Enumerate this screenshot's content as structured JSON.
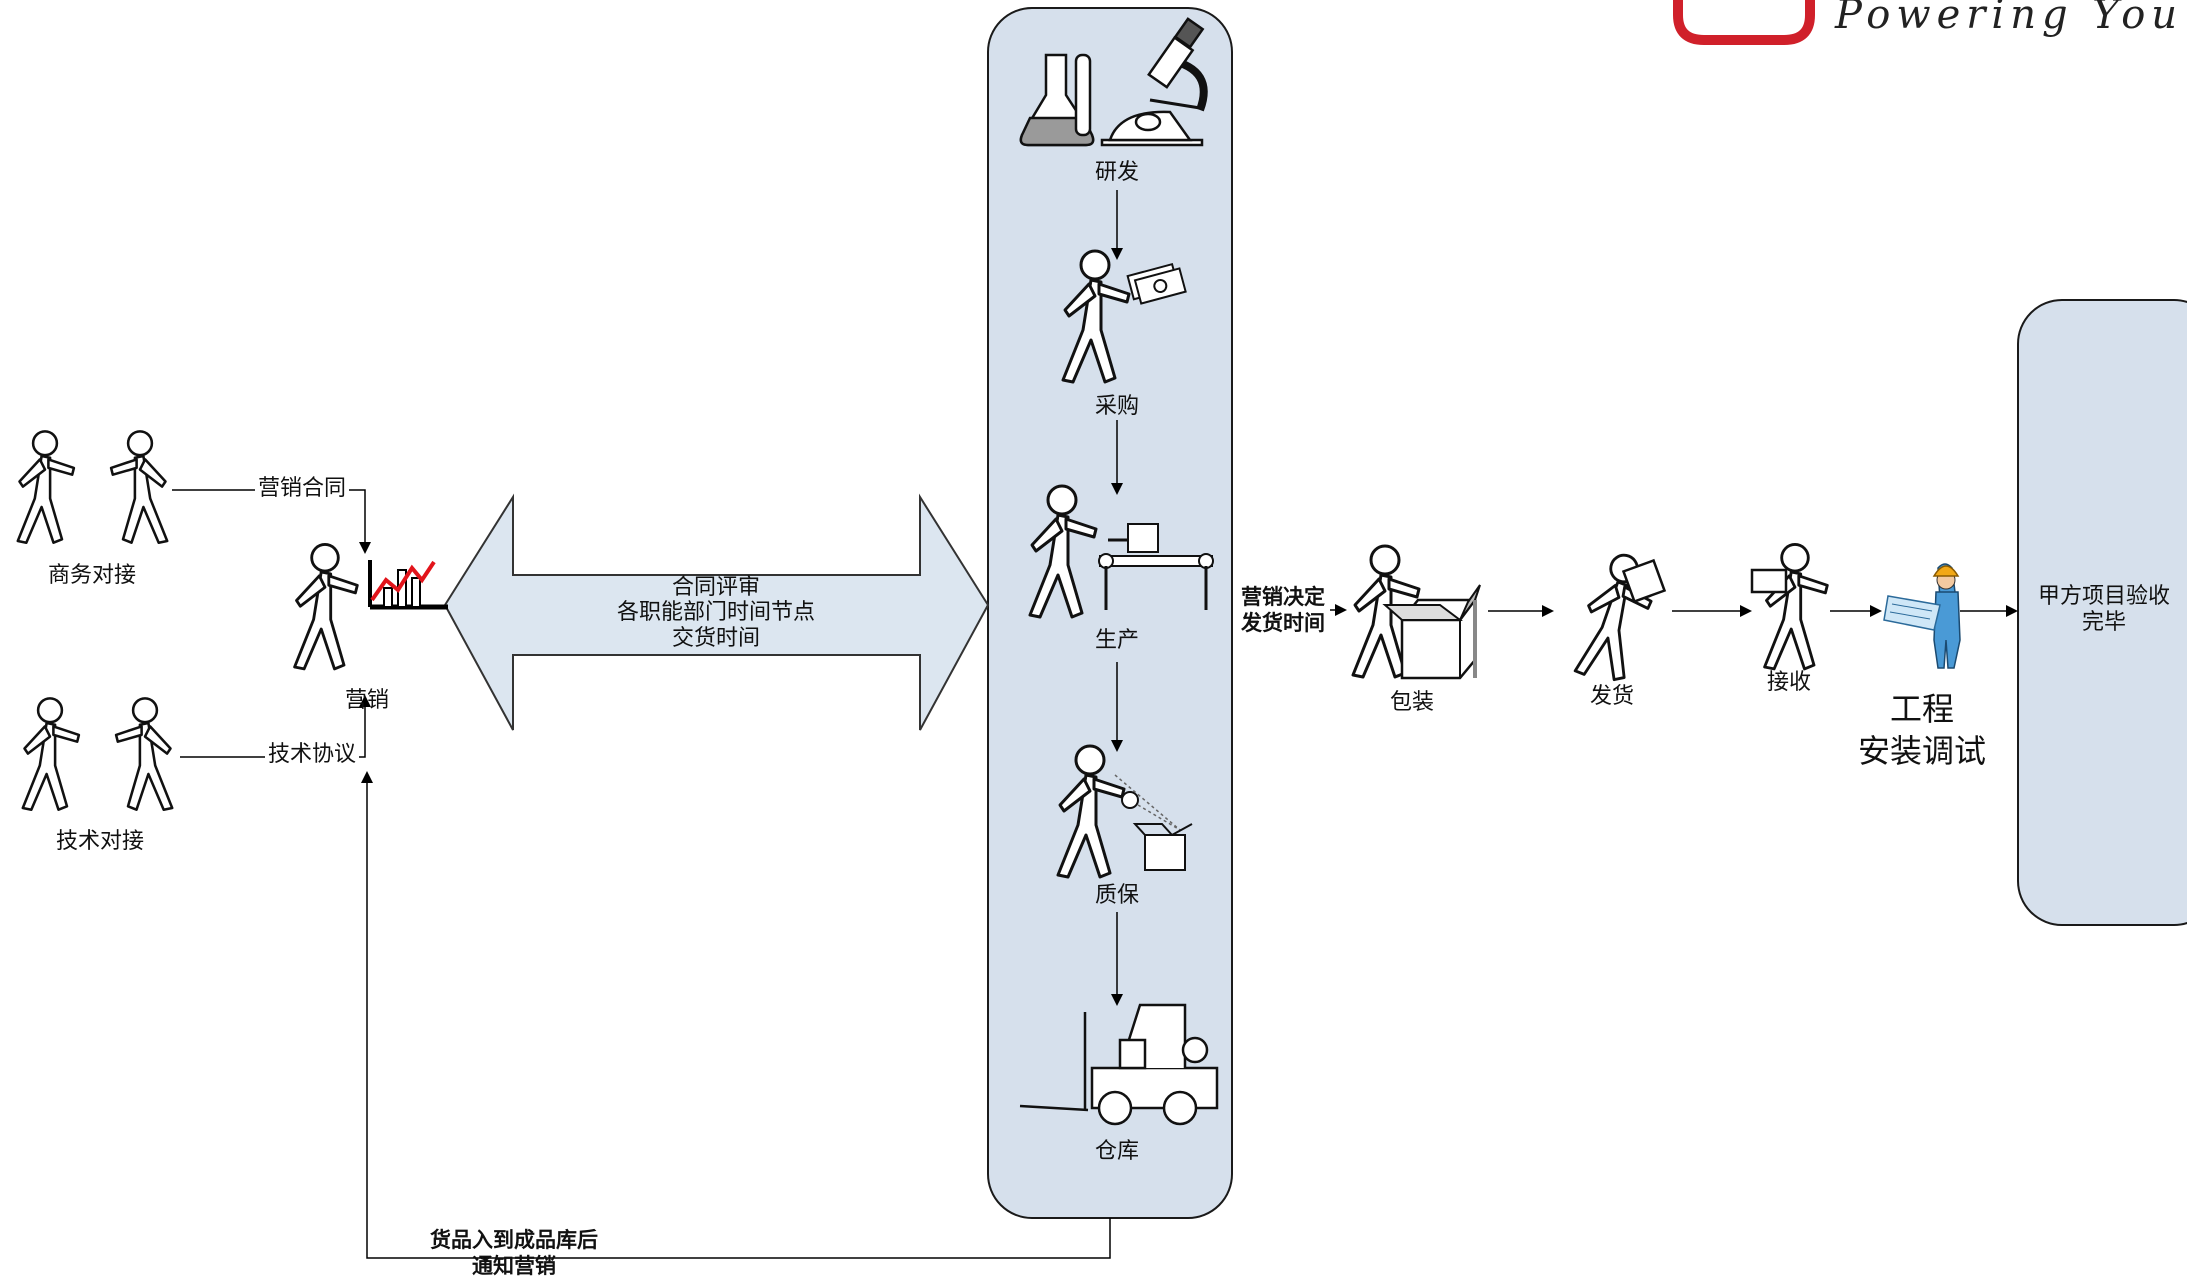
{
  "logo": {
    "slogan": "Powering You",
    "color": "#d0202a"
  },
  "colors": {
    "panel_fill": "#d6e0ec",
    "arrow_fill": "#dce6f0",
    "chart_line": "#e2141b",
    "hardhat": "#f1a817",
    "worker_body": "#4a9ad6"
  },
  "stakeholders": {
    "business": "商务对接",
    "technical": "技术对接",
    "marketing": "营销"
  },
  "documents": {
    "contract": "营销合同",
    "agreement": "技术协议"
  },
  "review_arrow": {
    "line1": "合同评审",
    "line2": "各职能部门时间节点",
    "line3": "交货时间"
  },
  "pipeline": {
    "steps": [
      "研发",
      "采购",
      "生产",
      "质保",
      "仓库"
    ]
  },
  "decision": {
    "line1": "营销决定",
    "line2": "发货时间"
  },
  "shipping": {
    "steps": [
      "包装",
      "发货",
      "接收"
    ]
  },
  "install": {
    "line1": "工程",
    "line2": "安装调试"
  },
  "final": {
    "line1": "甲方项目验收",
    "line2": "完毕"
  },
  "notice": {
    "line1": "货品入到成品库后",
    "line2": "通知营销"
  }
}
